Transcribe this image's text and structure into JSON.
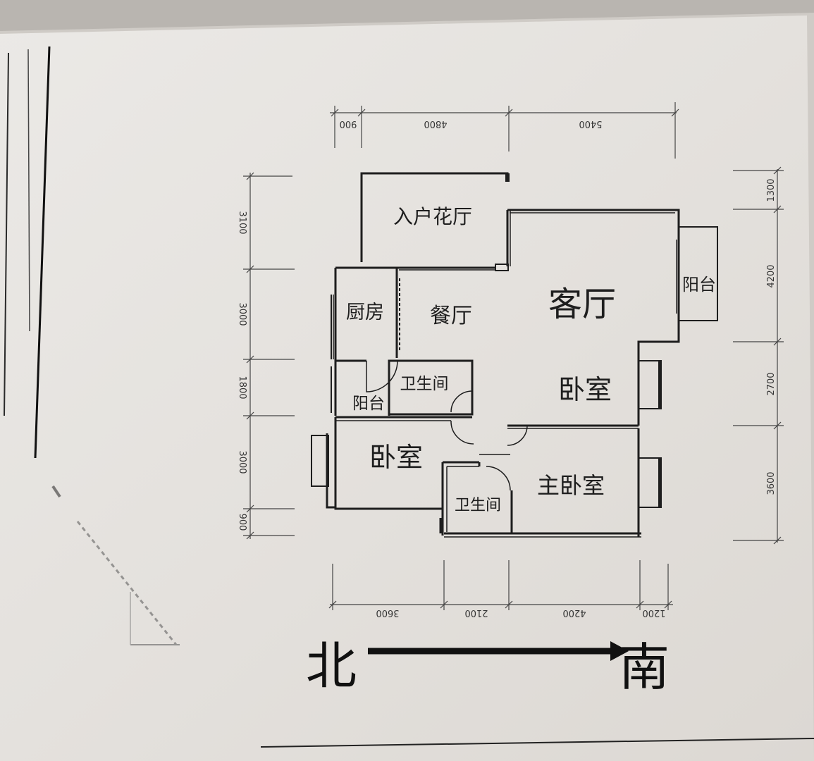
{
  "rooms": {
    "entry_garden_hall": "入户花厅",
    "kitchen": "厨房",
    "dining": "餐厅",
    "living": "客厅",
    "balcony_south": "阳台",
    "bath_1": "卫生间",
    "balcony_north": "阳台",
    "bedroom_center": "卧室",
    "bedroom_north": "卧室",
    "master_bedroom": "主卧室",
    "bath_2": "卫生间"
  },
  "dimensions": {
    "top": [
      "900",
      "4800",
      "5400"
    ],
    "bottom": [
      "3600",
      "2100",
      "4200",
      "1200"
    ],
    "left": [
      "3100",
      "3000",
      "1800",
      "3000",
      "900"
    ],
    "right": [
      "1300",
      "4200",
      "2700",
      "3600"
    ]
  },
  "compass": {
    "from": "北",
    "to": "南"
  },
  "colors": {
    "paper": "#e6e3df",
    "line": "#1e1e1e",
    "background": "#d9d6d2"
  }
}
